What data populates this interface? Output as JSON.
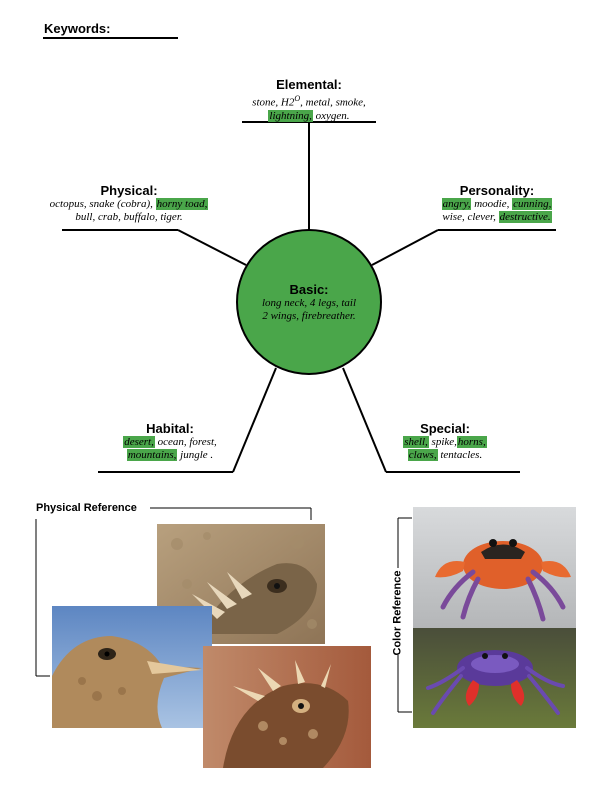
{
  "header": {
    "keywords_label": "Keywords:"
  },
  "diagram": {
    "center": {
      "title": "Basic:",
      "line1": "long neck, 4 legs, tail",
      "line2": "2 wings, firebreather.",
      "color": "#4aa64a"
    },
    "elemental": {
      "title": "Elemental:",
      "line1_before": "stone, H2",
      "line1_sup": "O",
      "line1_after": ", metal, smoke,",
      "hl1": "lightning,",
      "after1": " oxygen."
    },
    "physical": {
      "title": "Physical:",
      "line1_before": "octopus, snake (cobra),",
      "hl1": "horny toad,",
      "line2": "bull, crab, buffalo, tiger."
    },
    "personality": {
      "title": "Personality:",
      "hl1": "angry,",
      "mid1": " moodie,",
      "hl2": "cunning,",
      "line2_before": "wise, clever,",
      "hl3": "destructive."
    },
    "habitat": {
      "title": "Habital:",
      "hl1": "desert,",
      "mid1": " ocean, forest,",
      "hl2": "mountains,",
      "after2": " jungle ."
    },
    "special": {
      "title": "Special:",
      "hl1": "shell,",
      "mid1": " spike,",
      "hl2": "horns,",
      "hl3": "claws,",
      "after3": " tentacles."
    },
    "highlight_color": "#4aa64a"
  },
  "references": {
    "physical_label": "Physical Reference",
    "color_label": "Color Reference"
  }
}
